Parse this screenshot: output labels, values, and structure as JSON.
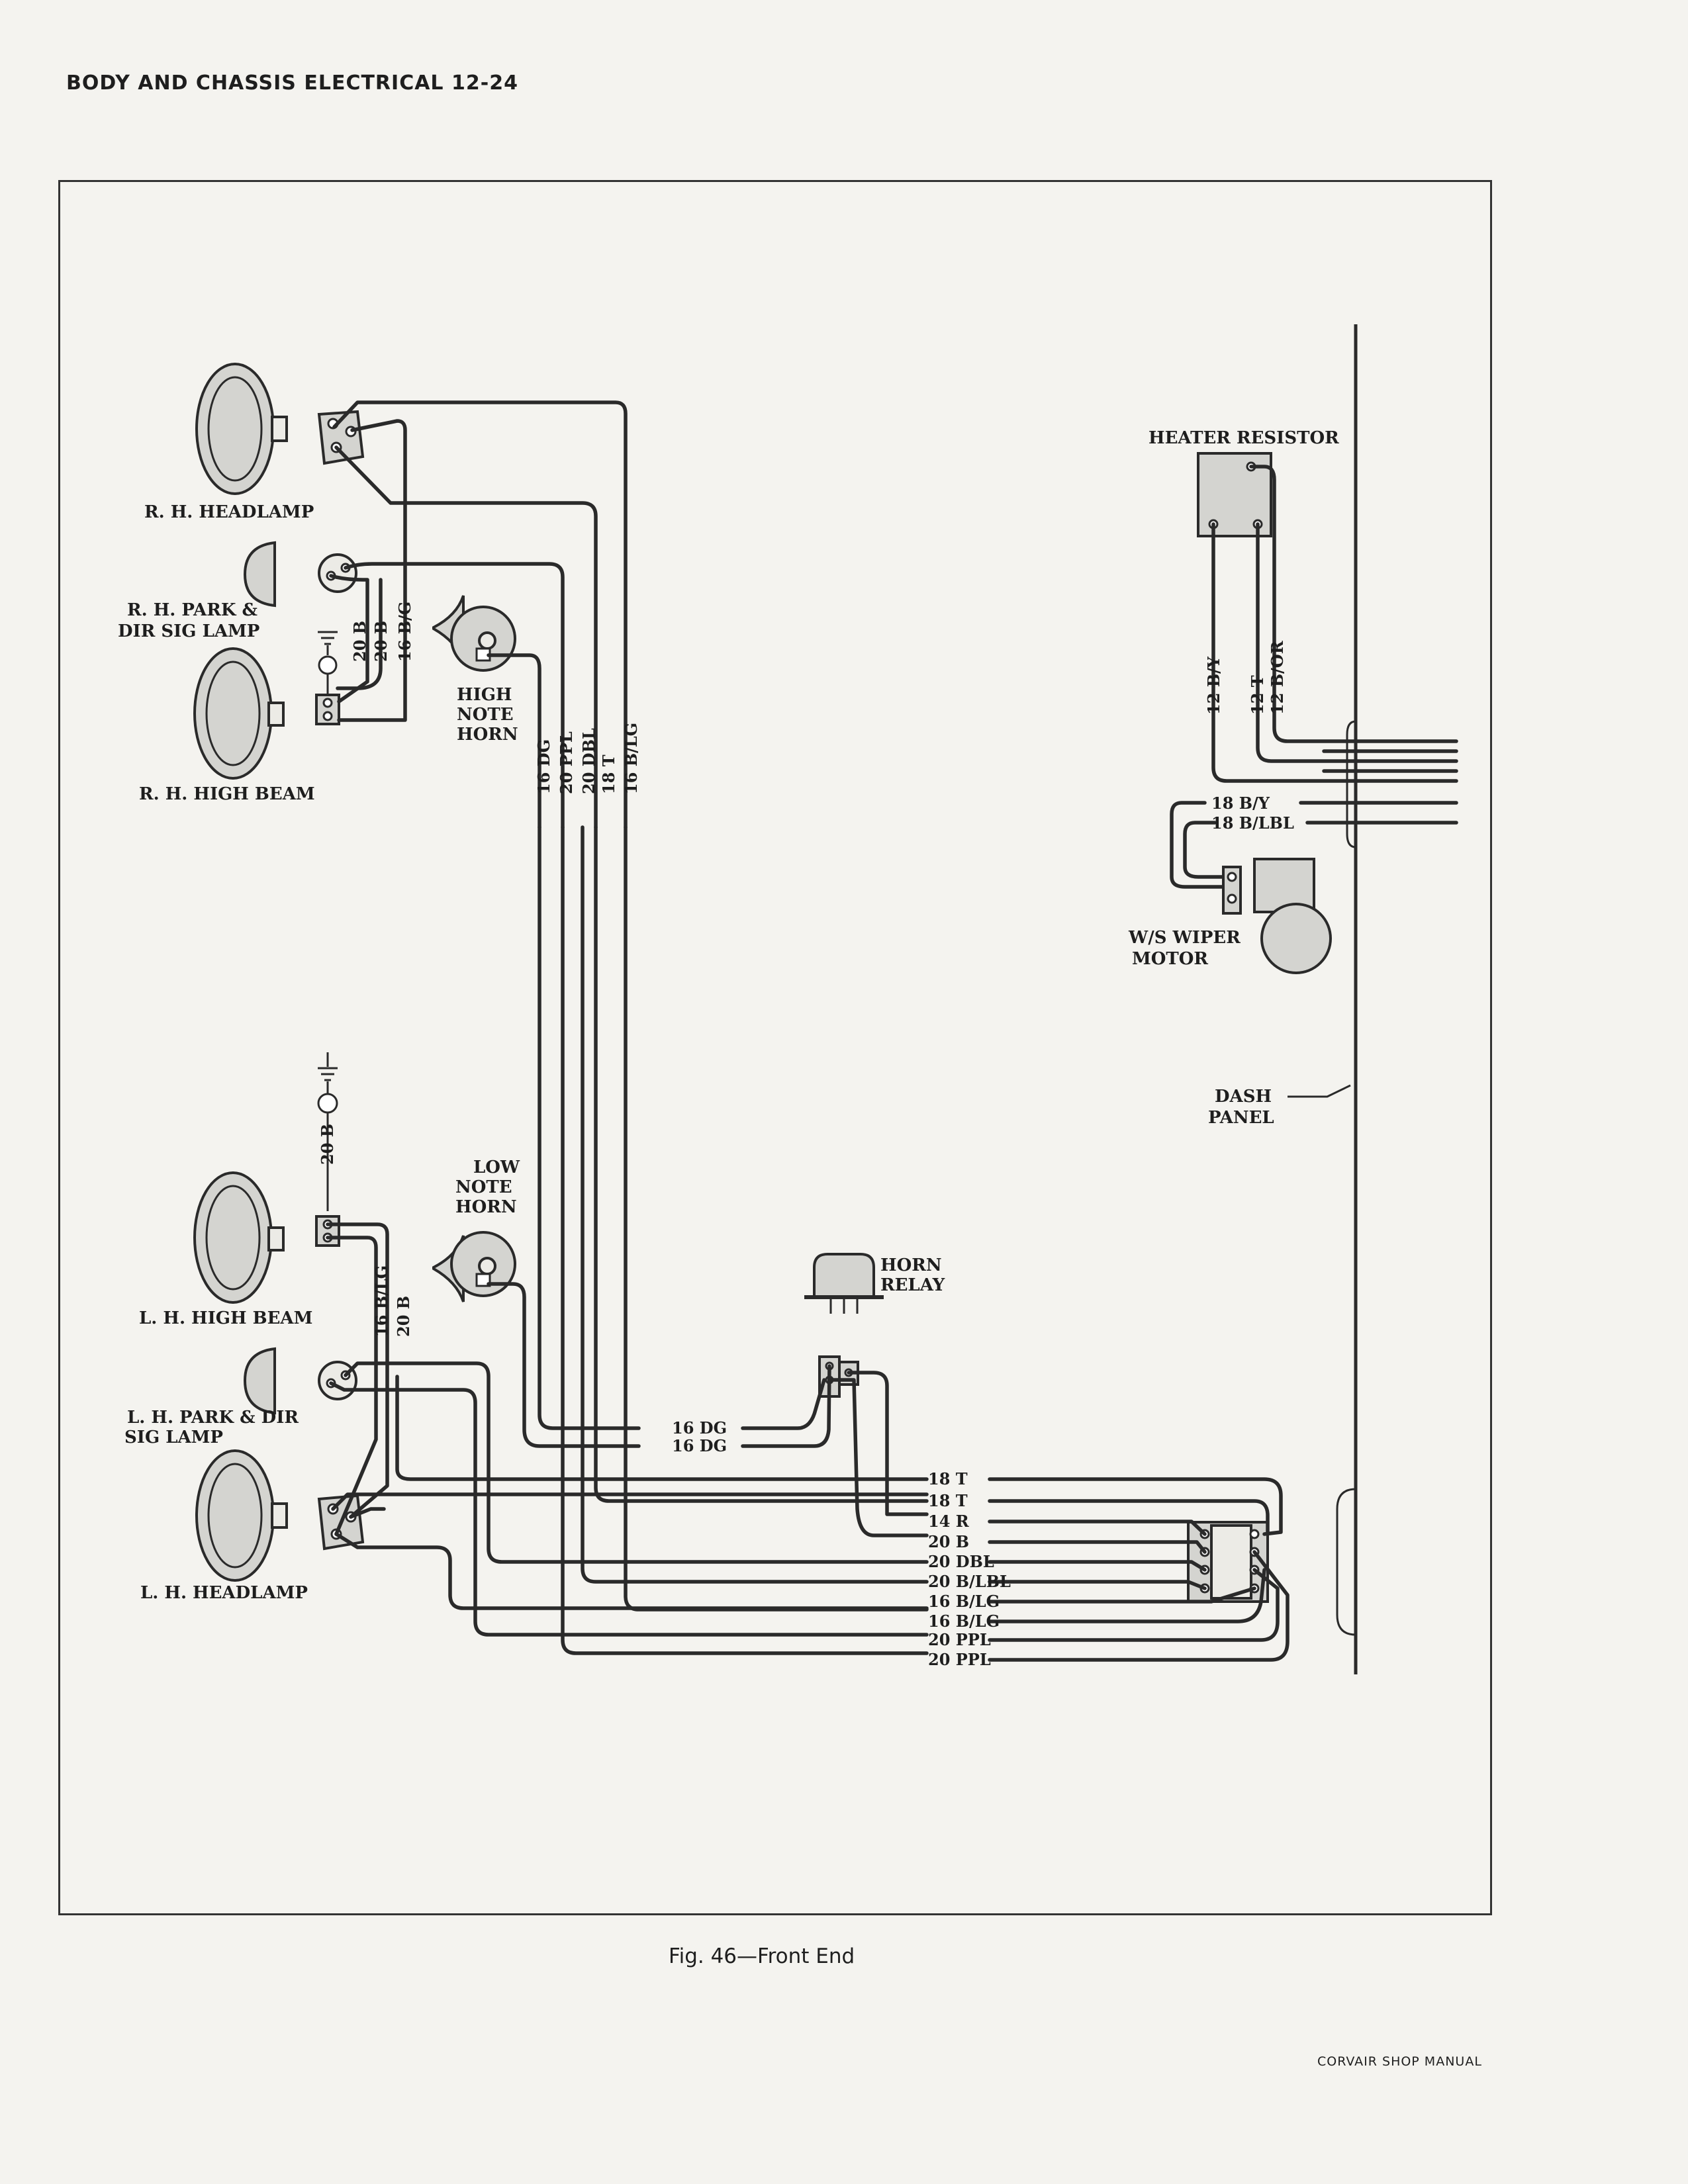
{
  "header": "BODY AND CHASSIS ELECTRICAL 12-24",
  "caption": "Fig. 46—Front End",
  "footer": "CORVAIR SHOP MANUAL",
  "components": {
    "rh_headlamp": "R. H. HEADLAMP",
    "rh_park_1": "R. H. PARK &",
    "rh_park_2": "DIR SIG LAMP",
    "rh_high_beam": "R. H. HIGH BEAM",
    "high_horn_1": "HIGH",
    "high_horn_2": "NOTE",
    "high_horn_3": "HORN",
    "heater_resistor": "HEATER RESISTOR",
    "wiper_1": "W/S WIPER",
    "wiper_2": "MOTOR",
    "dash_1": "DASH",
    "dash_2": "PANEL",
    "low_horn_1": "LOW",
    "low_horn_2": "NOTE",
    "low_horn_3": "HORN",
    "horn_relay_1": "HORN",
    "horn_relay_2": "RELAY",
    "lh_high_beam": "L. H. HIGH BEAM",
    "lh_park_1": "L. H. PARK & DIR",
    "lh_park_2": "SIG LAMP",
    "lh_headlamp": "L. H. HEADLAMP"
  },
  "wires": {
    "rh_20b_1": "20 B",
    "rh_20b_2": "20 B",
    "rh_16bg": "16 B/G",
    "trunk_16dg": "16 DG",
    "trunk_20ppl": "20 PPL",
    "trunk_20dbl": "20 DBL",
    "trunk_18t": "18 T",
    "trunk_16blg": "16 B/LG",
    "heater_12by": "12 B/Y",
    "heater_12t": "12 T",
    "heater_12bor": "12 B/OR",
    "wiper_18by": "18 B/Y",
    "wiper_18blbl": "18 B/LBL",
    "lh_ground_20b": "20 B",
    "lh_16blg": "16 B/LG",
    "lh_20b": "20 B",
    "relay_16dg_1": "16 DG",
    "relay_16dg_2": "16 DG",
    "conn_labels": [
      "18 T",
      "18 T",
      "14 R",
      "20 B",
      "20 DBL",
      "20 B/LBL",
      "16 B/LG",
      "16 B/LG",
      "20 PPL",
      "20 PPL"
    ]
  }
}
